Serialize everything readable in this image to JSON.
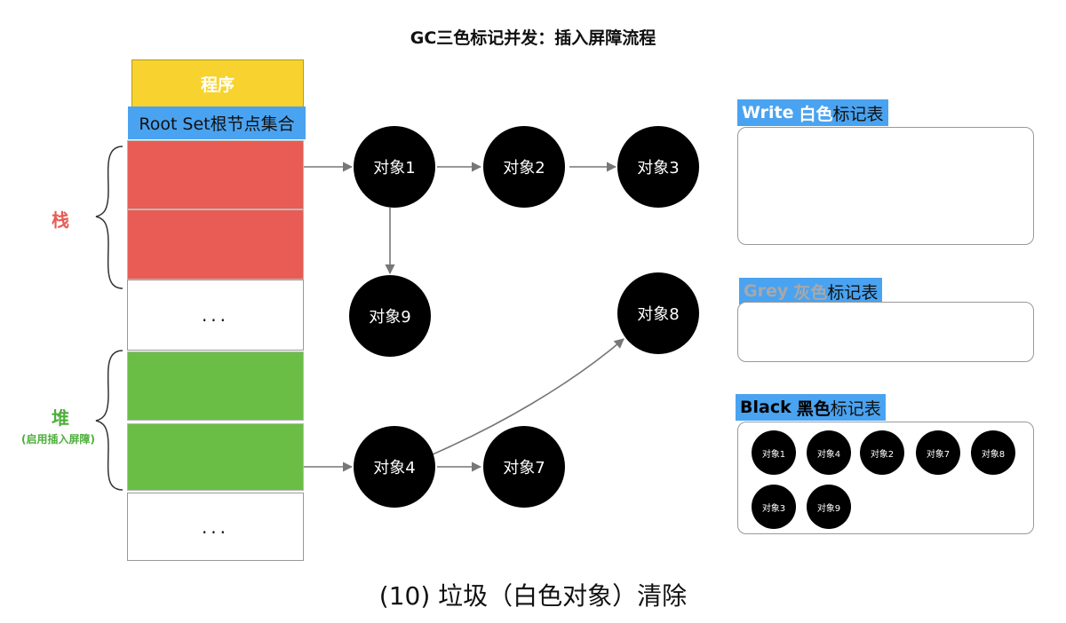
{
  "title": "GC三色标记并发：插入屏障流程",
  "caption": "(10) 垃圾（白色对象）清除",
  "left_stack": {
    "program_label": "程序",
    "root_set_label": "Root Set根节点集合",
    "ellipsis_1": "...",
    "ellipsis_2": "...",
    "stack_label": "栈",
    "heap_label": "堆",
    "heap_sublabel": "(启用插入屏障)"
  },
  "nodes": {
    "obj1": "对象1",
    "obj2": "对象2",
    "obj3": "对象3",
    "obj9": "对象9",
    "obj8": "对象8",
    "obj4": "对象4",
    "obj7": "对象7"
  },
  "panels": {
    "white": {
      "name": "Write",
      "color_word": "白色",
      "suffix": "标记表"
    },
    "grey": {
      "name": "Grey",
      "color_word": "灰色",
      "suffix": "标记表"
    },
    "black": {
      "name": "Black",
      "color_word": "黑色",
      "suffix": "标记表",
      "items": [
        "对象1",
        "对象4",
        "对象2",
        "对象7",
        "对象8",
        "对象3",
        "对象9"
      ]
    }
  },
  "colors": {
    "program": "#f8d22e",
    "root_set": "#4aa3f0",
    "stack": "#e85c55",
    "heap": "#6abe45",
    "node": "#000000",
    "arrow": "#777777"
  }
}
